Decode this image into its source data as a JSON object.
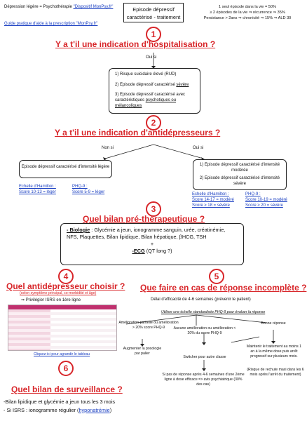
{
  "header": {
    "left_line1": "Dépression légère = Psychothérapie ",
    "left_link1": "\"Dispositif MonPsy.fr\"",
    "left_link2": "Guide pratique d'aide à la prescription \"MonPsy.fr\"",
    "title_line1": "Episode dépressif",
    "title_line2": "caractérisé - traitement",
    "stats_line1": "1 seul épisode dans la vie = 50%",
    "stats_line2": "≥ 2 épisodes de la vie ⇒ récurrence ⇒ 35%",
    "stats_line3": "Persistance > 2ans ⇒ chronicité ⇒ 15% ⇒ ALD 30"
  },
  "s1": {
    "num": "1",
    "question": "Y a t'il une indication d'hospitalisation ?",
    "oui_si": "Oui si",
    "item1": "1) Risque suicidaire élevé (RUD)",
    "item2_a": "2) Episode dépressif caractérisé ",
    "item2_b": "sévère",
    "item3_a": "3) Episode dépressif caractérisé avec caractéristiques ",
    "item3_b": "psychotiques ou mélancoliques"
  },
  "s2": {
    "num": "2",
    "question": "Y a t'il une indication d'antidépresseurs ?",
    "non_si": "Non si",
    "oui_si": "Oui si",
    "left_box": "Episode dépressif caractérisé d'intensité légère",
    "right_box1": "1) Episode dépressif caractérisé d'intensité modérée",
    "right_box2": "2) Episode dépressif caractérisé d'intensité sévère",
    "ham_label": "Echelle d'Hamilton :",
    "ham_left": "Score 10-13 = léger",
    "phq_label": "PHQ-9 :",
    "phq_left": "Score 5-9 = léger",
    "ham_right1": "Score 14-17 = modéré",
    "ham_right2": "Score ≥ 18 = sévère",
    "phq_right1": "Score 10-19 = modéré",
    "phq_right2": "Score ≥ 20 = sévère"
  },
  "s3": {
    "num": "3",
    "question": "Quel bilan pré-thérapeutique ?",
    "bio_label": "- Biologie",
    "bio_text": " : Glycémie a jeun, ionogramme sanguin, urée, créatinémie, NFS, Plaquettes, Bilan lipidique, Bilan hépatique, βHCG, TSH",
    "plus": "+",
    "ecg_label": "-ECG",
    "ecg_text": " (QT long ?)"
  },
  "s4": {
    "num": "4",
    "question": "Quel antidépresseur choisir ?",
    "subtitle": "(selon symptôme principal, co-morbidité et âge)",
    "isrs": "⇒ Privilégier ISRS en 1ère ligne",
    "table_link": "Cliquez-ici pour agrandir le tableau"
  },
  "s5": {
    "num": "5",
    "question": "Que faire en cas de réponse incomplète ?",
    "delay": "Délai d'efficacité de 4-6 semaines (prévenir le patient)",
    "phq_note": "Utiliser une échelle standardisée PHQ-9 pour évaluer la réponse",
    "partial": "Amélioration partielle ou amélioration > 20% score PHQ-9",
    "none": "Aucune amélioration ou amélioration < 20% du score PHQ-9",
    "good": "Bonne réponse",
    "increase": "Augmenter la posologie par palier",
    "switch": "Switcher pour autre classe",
    "maintain": "Maintenir le traitement au moins 1 an à la même dose puis arrêt progressif sur plusieurs mois.",
    "relapse": "(Risque de rechute maxi dans les 6 mois après l'arrêt du traitement)",
    "noresp": "Si pas de réponse après 4-6 semaines d'une 2ème ligne à dose efficace => avis psychiatrique (30% des cas)"
  },
  "s6": {
    "num": "6",
    "question": "Quel bilan de surveillance ?",
    "line1": "-Bilan lipidique et glycémie a jeun tous les 3 mois",
    "line2_a": "- Si ISRS : ionogramme régulier (",
    "line2_link": "hyponatrémie",
    "line2_b": ")"
  },
  "colors": {
    "red": "#d8262a",
    "link": "#1a3fc2",
    "table_header": "#c0306e",
    "table_row": "#f3d6e1"
  }
}
